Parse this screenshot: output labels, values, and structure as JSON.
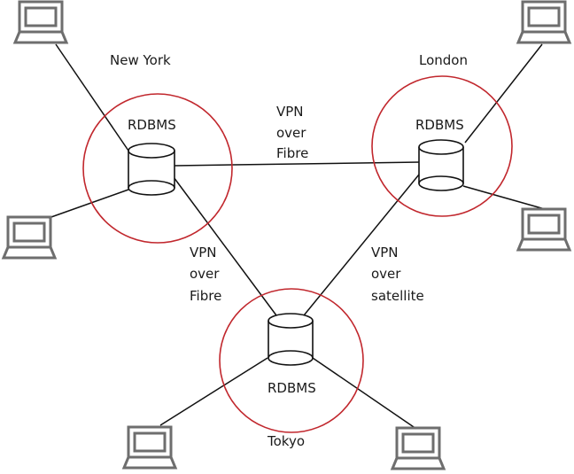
{
  "diagram": {
    "sites": [
      {
        "id": "ny",
        "name": "New York",
        "db_label": "RDBMS"
      },
      {
        "id": "ldn",
        "name": "London",
        "db_label": "RDBMS"
      },
      {
        "id": "tky",
        "name": "Tokyo",
        "db_label": "RDBMS"
      }
    ],
    "connections": [
      {
        "from": "ny",
        "to": "ldn",
        "label_lines": [
          "VPN",
          "over",
          "Fibre"
        ]
      },
      {
        "from": "ny",
        "to": "tky",
        "label_lines": [
          "VPN",
          "over",
          "Fibre"
        ]
      },
      {
        "from": "ldn",
        "to": "tky",
        "label_lines": [
          "VPN",
          "over",
          "satellite"
        ]
      }
    ],
    "clients": [
      {
        "site": "ny",
        "icon": "laptop-icon"
      },
      {
        "site": "ny",
        "icon": "laptop-icon"
      },
      {
        "site": "ldn",
        "icon": "laptop-icon"
      },
      {
        "site": "ldn",
        "icon": "laptop-icon"
      },
      {
        "site": "tky",
        "icon": "laptop-icon"
      },
      {
        "site": "tky",
        "icon": "laptop-icon"
      }
    ],
    "colors": {
      "site_ring": "#c1272d",
      "laptop": "#6e6e6e",
      "link": "#111111"
    }
  }
}
